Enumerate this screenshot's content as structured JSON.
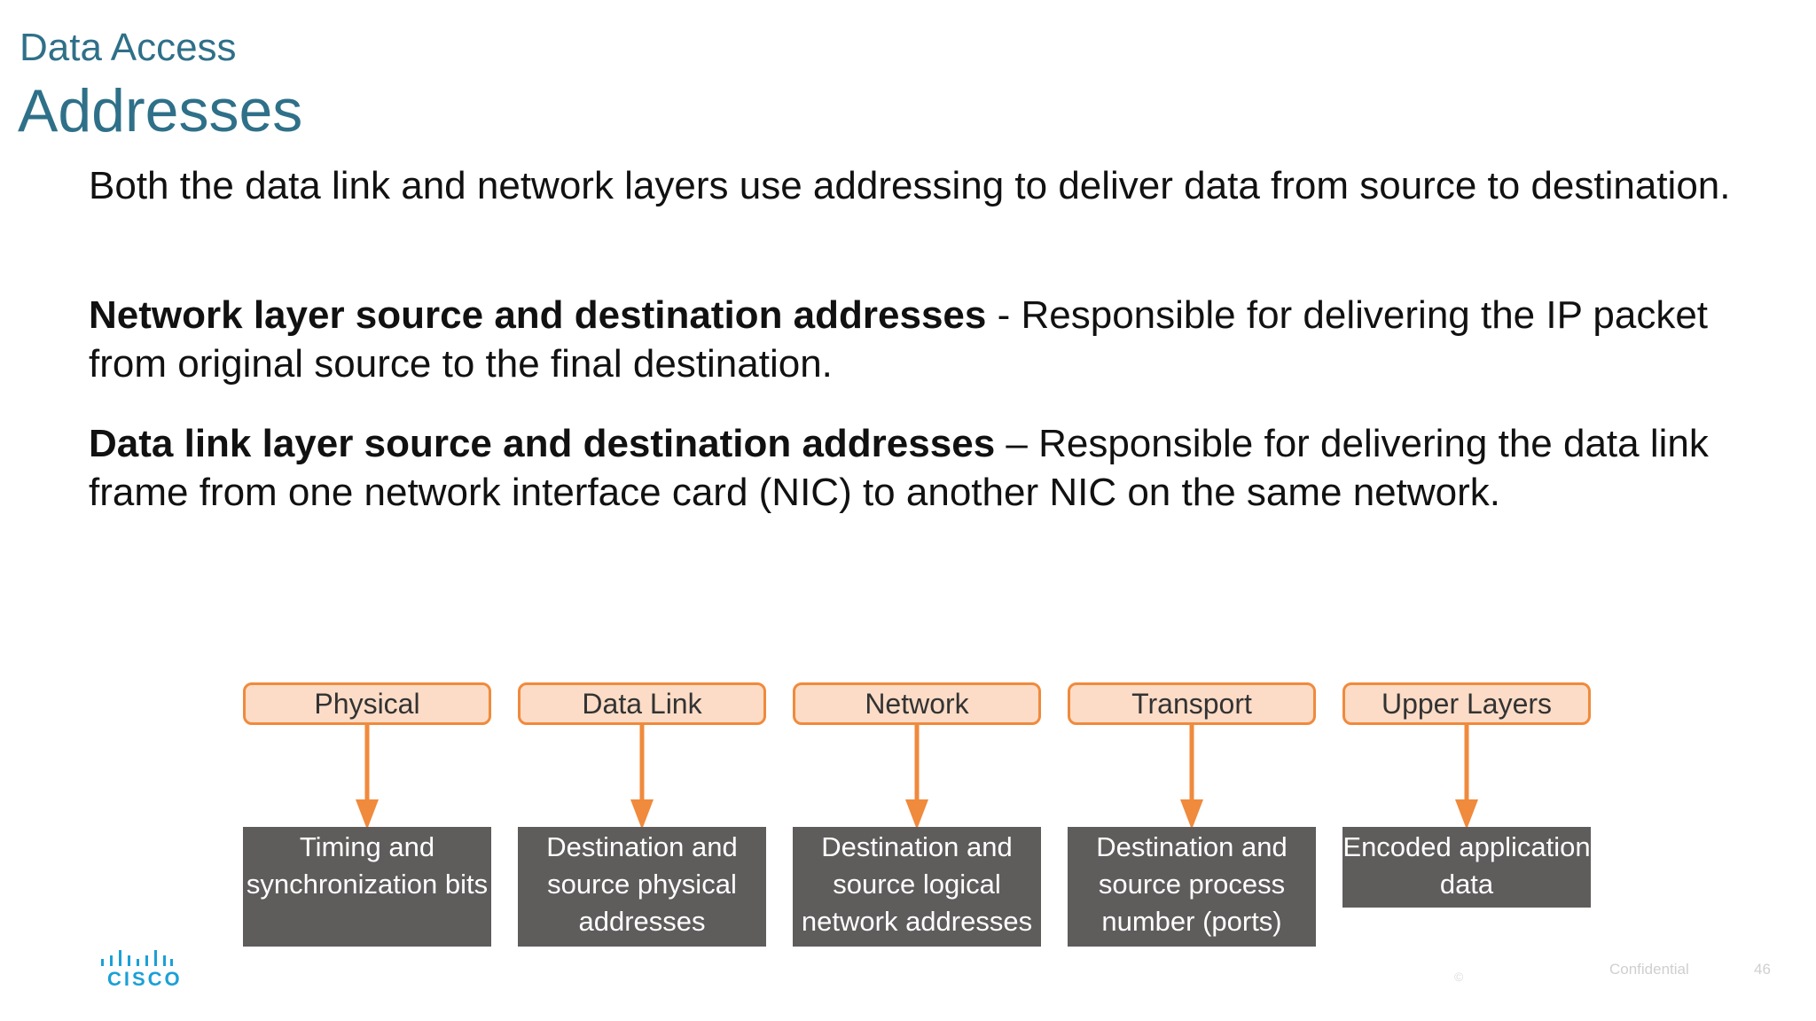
{
  "header": {
    "subtitle": "Data Access",
    "title": "Addresses"
  },
  "body": {
    "p1": "Both the data link and network layers use addressing to deliver data from source to destination.",
    "p2_bold": "Network layer source and destination addresses",
    "p2_rest": " - Responsible for delivering the IP packet from original source to the final destination.",
    "p3_bold": "Data link layer source and destination addresses",
    "p3_rest": " – Responsible for delivering the data link frame from one network interface card (NIC) to another NIC on the same network."
  },
  "diagram": {
    "arrow_color": "#f08a3c",
    "layer_box_fill": "#fcdcc6",
    "desc_box_fill": "#5f5c5c",
    "layers": [
      {
        "label": "Physical",
        "description": "Timing and synchronization bits"
      },
      {
        "label": "Data Link",
        "description": "Destination and source physical addresses"
      },
      {
        "label": "Network",
        "description": "Destination and source logical network addresses"
      },
      {
        "label": "Transport",
        "description": "Destination and source process number (ports)"
      },
      {
        "label": "Upper Layers",
        "description": "Encoded application data"
      }
    ]
  },
  "footer": {
    "logo_text": "CISCO",
    "confidential": "Confidential",
    "page_number": "46",
    "mark": "©"
  },
  "colors": {
    "title": "#2f7089",
    "logo": "#1ba0d7"
  }
}
